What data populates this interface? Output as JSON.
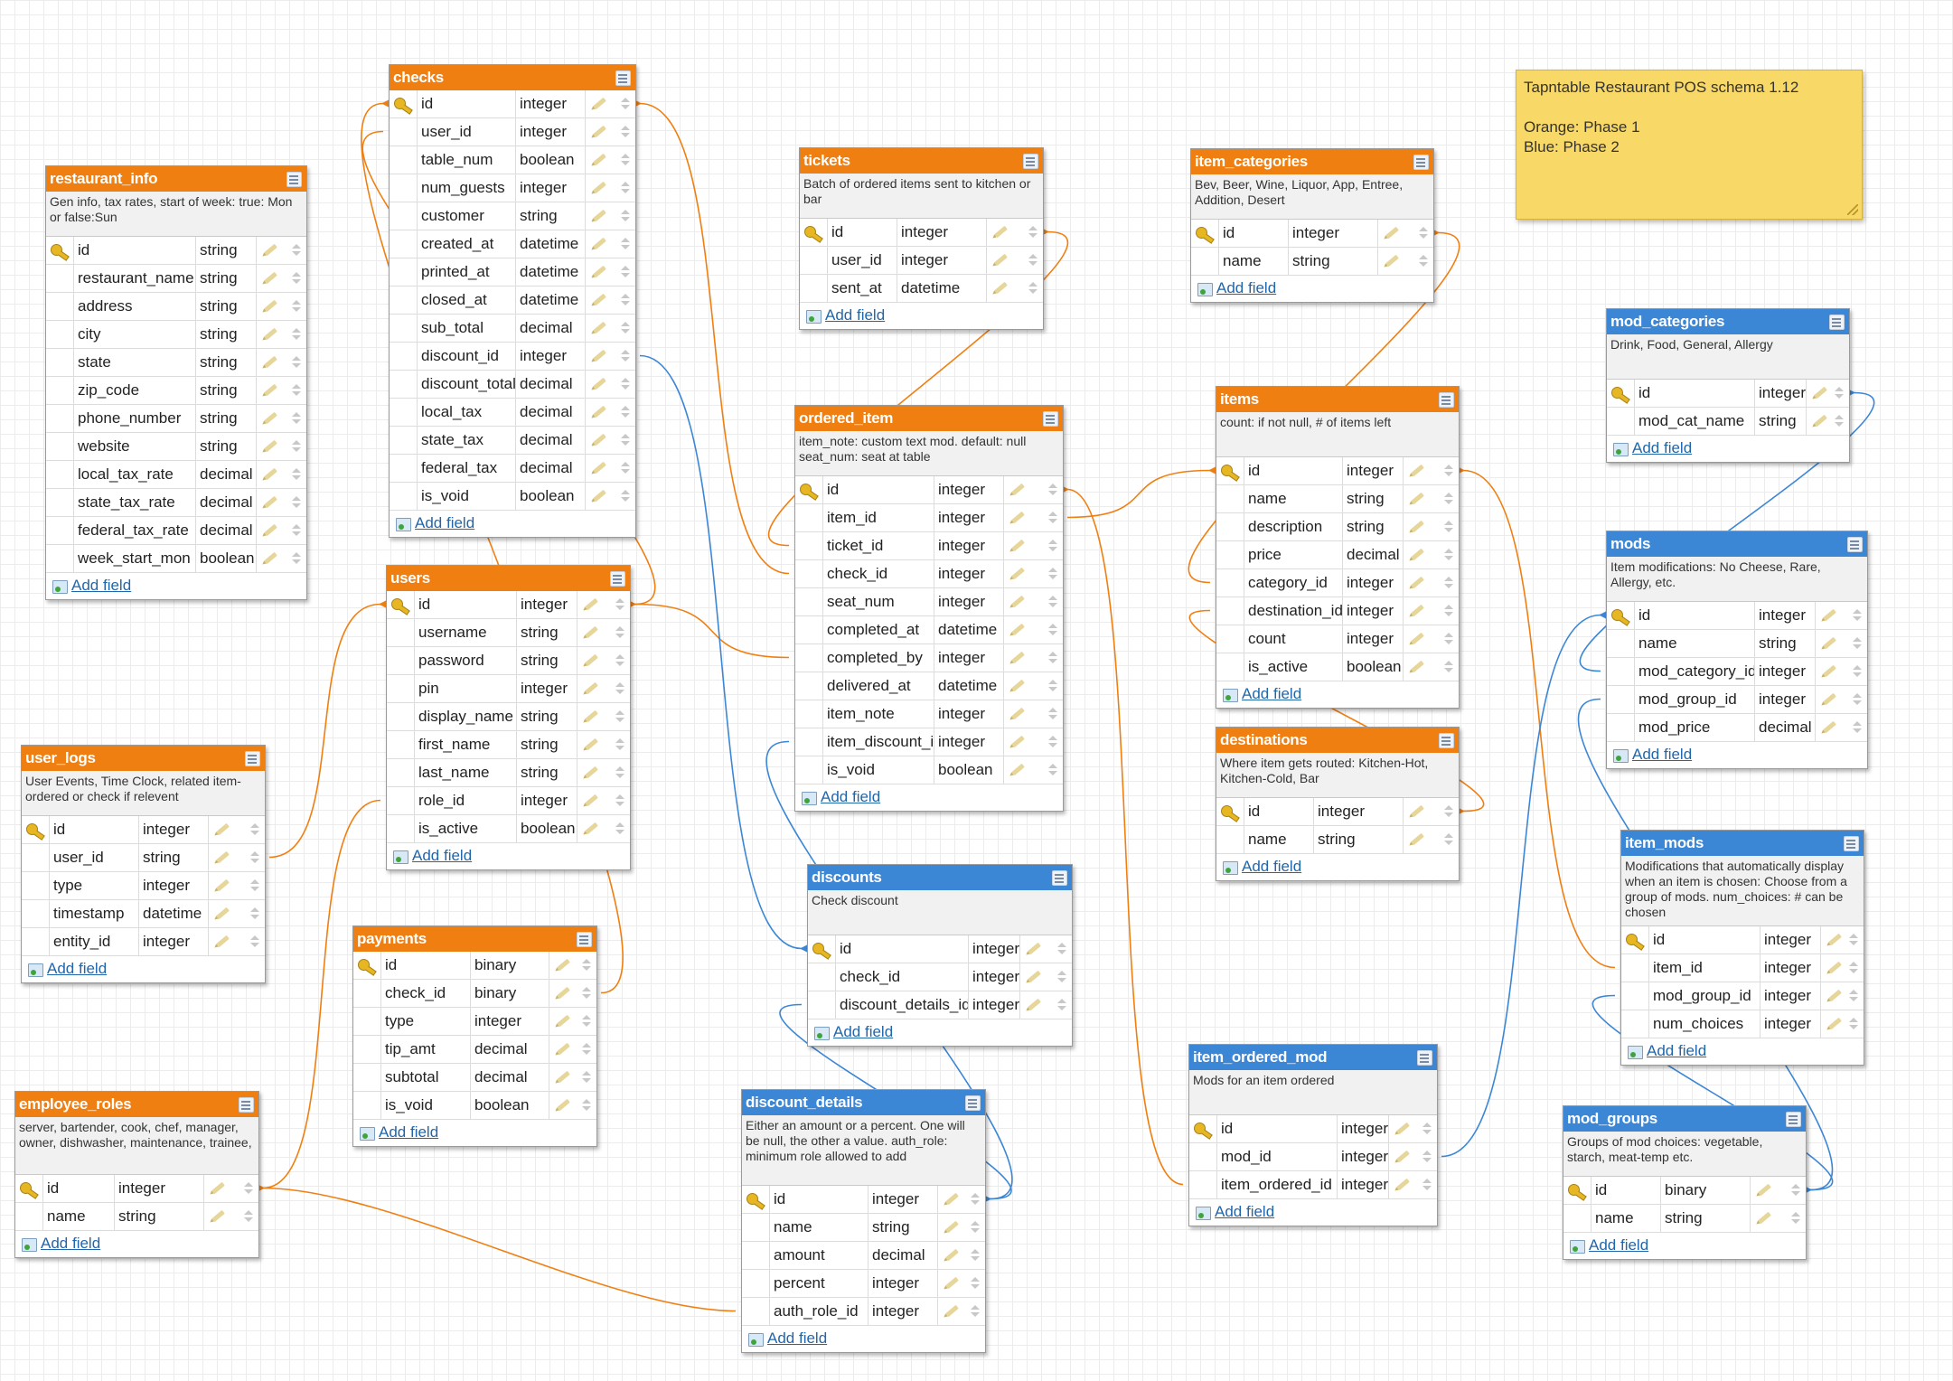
{
  "sticky_note": {
    "lines": [
      "Tapntable Restaurant POS schema 1.12",
      "",
      "Orange: Phase 1",
      "Blue: Phase 2"
    ]
  },
  "colors": {
    "phase1": "#f07f12",
    "phase2": "#3c86d6"
  },
  "add_field_label": "Add field",
  "tables": [
    {
      "id": "restaurant_info",
      "name": "restaurant_info",
      "phase": 1,
      "note": "Gen info, tax rates, start of week: true: Mon or false:Sun",
      "fields": [
        {
          "name": "id",
          "type": "string",
          "pk": true
        },
        {
          "name": "restaurant_name",
          "type": "string"
        },
        {
          "name": "address",
          "type": "string"
        },
        {
          "name": "city",
          "type": "string"
        },
        {
          "name": "state",
          "type": "string"
        },
        {
          "name": "zip_code",
          "type": "string"
        },
        {
          "name": "phone_number",
          "type": "string"
        },
        {
          "name": "website",
          "type": "string"
        },
        {
          "name": "local_tax_rate",
          "type": "decimal"
        },
        {
          "name": "state_tax_rate",
          "type": "decimal"
        },
        {
          "name": "federal_tax_rate",
          "type": "decimal"
        },
        {
          "name": "week_start_mon",
          "type": "boolean"
        }
      ]
    },
    {
      "id": "checks",
      "name": "checks",
      "phase": 1,
      "note": "",
      "fields": [
        {
          "name": "id",
          "type": "integer",
          "pk": true
        },
        {
          "name": "user_id",
          "type": "integer"
        },
        {
          "name": "table_num",
          "type": "boolean"
        },
        {
          "name": "num_guests",
          "type": "integer"
        },
        {
          "name": "customer",
          "type": "string"
        },
        {
          "name": "created_at",
          "type": "datetime"
        },
        {
          "name": "printed_at",
          "type": "datetime"
        },
        {
          "name": "closed_at",
          "type": "datetime"
        },
        {
          "name": "sub_total",
          "type": "decimal"
        },
        {
          "name": "discount_id",
          "type": "integer"
        },
        {
          "name": "discount_total",
          "type": "decimal"
        },
        {
          "name": "local_tax",
          "type": "decimal"
        },
        {
          "name": "state_tax",
          "type": "decimal"
        },
        {
          "name": "federal_tax",
          "type": "decimal"
        },
        {
          "name": "is_void",
          "type": "boolean"
        }
      ]
    },
    {
      "id": "tickets",
      "name": "tickets",
      "phase": 1,
      "note": "Batch of ordered items sent to kitchen or bar",
      "fields": [
        {
          "name": "id",
          "type": "integer",
          "pk": true
        },
        {
          "name": "user_id",
          "type": "integer"
        },
        {
          "name": "sent_at",
          "type": "datetime"
        }
      ]
    },
    {
      "id": "item_categories",
      "name": "item_categories",
      "phase": 1,
      "note": "Bev, Beer, Wine, Liquor, App, Entree, Addition, Desert",
      "fields": [
        {
          "name": "id",
          "type": "integer",
          "pk": true
        },
        {
          "name": "name",
          "type": "string"
        }
      ]
    },
    {
      "id": "mod_categories",
      "name": "mod_categories",
      "phase": 2,
      "note": "Drink, Food, General, Allergy",
      "fields": [
        {
          "name": "id",
          "type": "integer",
          "pk": true
        },
        {
          "name": "mod_cat_name",
          "type": "string"
        }
      ]
    },
    {
      "id": "ordered_item",
      "name": "ordered_item",
      "phase": 1,
      "note": "item_note: custom text mod. default: null seat_num: seat at table",
      "fields": [
        {
          "name": "id",
          "type": "integer",
          "pk": true
        },
        {
          "name": "item_id",
          "type": "integer"
        },
        {
          "name": "ticket_id",
          "type": "integer"
        },
        {
          "name": "check_id",
          "type": "integer"
        },
        {
          "name": "seat_num",
          "type": "integer"
        },
        {
          "name": "completed_at",
          "type": "datetime"
        },
        {
          "name": "completed_by",
          "type": "integer"
        },
        {
          "name": "delivered_at",
          "type": "datetime"
        },
        {
          "name": "item_note",
          "type": "integer"
        },
        {
          "name": "item_discount_id",
          "type": "integer"
        },
        {
          "name": "is_void",
          "type": "boolean"
        }
      ]
    },
    {
      "id": "items",
      "name": "items",
      "phase": 1,
      "note": "count: if not null, # of items left",
      "fields": [
        {
          "name": "id",
          "type": "integer",
          "pk": true
        },
        {
          "name": "name",
          "type": "string"
        },
        {
          "name": "description",
          "type": "string"
        },
        {
          "name": "price",
          "type": "decimal"
        },
        {
          "name": "category_id",
          "type": "integer"
        },
        {
          "name": "destination_id",
          "type": "integer"
        },
        {
          "name": "count",
          "type": "integer"
        },
        {
          "name": "is_active",
          "type": "boolean"
        }
      ]
    },
    {
      "id": "mods",
      "name": "mods",
      "phase": 2,
      "note": "Item modifications: No Cheese, Rare, Allergy, etc.",
      "fields": [
        {
          "name": "id",
          "type": "integer",
          "pk": true
        },
        {
          "name": "name",
          "type": "string"
        },
        {
          "name": "mod_category_id",
          "type": "integer"
        },
        {
          "name": "mod_group_id",
          "type": "integer"
        },
        {
          "name": "mod_price",
          "type": "decimal"
        }
      ]
    },
    {
      "id": "users",
      "name": "users",
      "phase": 1,
      "note": "",
      "fields": [
        {
          "name": "id",
          "type": "integer",
          "pk": true
        },
        {
          "name": "username",
          "type": "string"
        },
        {
          "name": "password",
          "type": "string"
        },
        {
          "name": "pin",
          "type": "integer"
        },
        {
          "name": "display_name",
          "type": "string"
        },
        {
          "name": "first_name",
          "type": "string"
        },
        {
          "name": "last_name",
          "type": "string"
        },
        {
          "name": "role_id",
          "type": "integer"
        },
        {
          "name": "is_active",
          "type": "boolean"
        }
      ]
    },
    {
      "id": "user_logs",
      "name": "user_logs",
      "phase": 1,
      "note": "User Events, Time Clock, related item-ordered or check if relevent",
      "fields": [
        {
          "name": "id",
          "type": "integer",
          "pk": true
        },
        {
          "name": "user_id",
          "type": "string"
        },
        {
          "name": "type",
          "type": "integer"
        },
        {
          "name": "timestamp",
          "type": "datetime"
        },
        {
          "name": "entity_id",
          "type": "integer"
        }
      ]
    },
    {
      "id": "destinations",
      "name": "destinations",
      "phase": 1,
      "note": "Where item gets routed: Kitchen-Hot, Kitchen-Cold, Bar",
      "fields": [
        {
          "name": "id",
          "type": "integer",
          "pk": true
        },
        {
          "name": "name",
          "type": "string"
        }
      ]
    },
    {
      "id": "item_mods",
      "name": "item_mods",
      "phase": 2,
      "note": "Modifications that automatically display when an item is chosen: Choose from a group of mods. num_choices: # can be chosen",
      "fields": [
        {
          "name": "id",
          "type": "integer",
          "pk": true
        },
        {
          "name": "item_id",
          "type": "integer"
        },
        {
          "name": "mod_group_id",
          "type": "integer"
        },
        {
          "name": "num_choices",
          "type": "integer"
        }
      ]
    },
    {
      "id": "discounts",
      "name": "discounts",
      "phase": 2,
      "note": "Check discount",
      "fields": [
        {
          "name": "id",
          "type": "integer",
          "pk": true
        },
        {
          "name": "check_id",
          "type": "integer"
        },
        {
          "name": "discount_details_id",
          "type": "integer"
        }
      ]
    },
    {
      "id": "payments",
      "name": "payments",
      "phase": 1,
      "note": "",
      "fields": [
        {
          "name": "id",
          "type": "binary",
          "pk": true
        },
        {
          "name": "check_id",
          "type": "binary"
        },
        {
          "name": "type",
          "type": "integer"
        },
        {
          "name": "tip_amt",
          "type": "decimal"
        },
        {
          "name": "subtotal",
          "type": "decimal"
        },
        {
          "name": "is_void",
          "type": "boolean"
        }
      ]
    },
    {
      "id": "item_ordered_mod",
      "name": "item_ordered_mod",
      "phase": 2,
      "note": "Mods for an item ordered",
      "fields": [
        {
          "name": "id",
          "type": "integer",
          "pk": true
        },
        {
          "name": "mod_id",
          "type": "integer"
        },
        {
          "name": "item_ordered_id",
          "type": "integer"
        }
      ]
    },
    {
      "id": "employee_roles",
      "name": "employee_roles",
      "phase": 1,
      "note": "server, bartender, cook, chef, manager, owner, dishwasher, maintenance, trainee,",
      "fields": [
        {
          "name": "id",
          "type": "integer",
          "pk": true
        },
        {
          "name": "name",
          "type": "string"
        }
      ]
    },
    {
      "id": "discount_details",
      "name": "discount_details",
      "phase": 2,
      "note": "Either an amount or a percent. One will be null, the other a value. auth_role: minimum role allowed to add",
      "fields": [
        {
          "name": "id",
          "type": "integer",
          "pk": true
        },
        {
          "name": "name",
          "type": "string"
        },
        {
          "name": "amount",
          "type": "decimal"
        },
        {
          "name": "percent",
          "type": "integer"
        },
        {
          "name": "auth_role_id",
          "type": "integer"
        }
      ]
    },
    {
      "id": "mod_groups",
      "name": "mod_groups",
      "phase": 2,
      "note": "Groups of mod choices: vegetable, starch, meat-temp etc.",
      "fields": [
        {
          "name": "id",
          "type": "binary",
          "pk": true
        },
        {
          "name": "name",
          "type": "string"
        }
      ]
    }
  ],
  "relations": [
    {
      "from": "users.id",
      "to": "checks.user_id",
      "phase": 1
    },
    {
      "from": "tickets.id",
      "to": "ordered_item.ticket_id",
      "phase": 1
    },
    {
      "from": "checks.id",
      "to": "ordered_item.check_id",
      "phase": 1
    },
    {
      "from": "items.id",
      "to": "ordered_item.item_id",
      "phase": 1
    },
    {
      "from": "item_categories.id",
      "to": "items.category_id",
      "phase": 1
    },
    {
      "from": "destinations.id",
      "to": "items.destination_id",
      "phase": 1
    },
    {
      "from": "users.id",
      "to": "ordered_item.completed_by",
      "phase": 1
    },
    {
      "from": "users.id",
      "to": "user_logs.user_id",
      "phase": 1
    },
    {
      "from": "checks.id",
      "to": "payments.check_id",
      "phase": 1
    },
    {
      "from": "employee_roles.id",
      "to": "users.role_id",
      "phase": 1
    },
    {
      "from": "employee_roles.id",
      "to": "discount_details.auth_role_id",
      "phase": 1
    },
    {
      "from": "items.id",
      "to": "item_mods.item_id",
      "phase": 1
    },
    {
      "from": "ordered_item.id",
      "to": "item_ordered_mod.item_ordered_id",
      "phase": 1
    },
    {
      "from": "discounts.id",
      "to": "checks.discount_id",
      "phase": 2
    },
    {
      "from": "discount_details.id",
      "to": "discounts.discount_details_id",
      "phase": 2
    },
    {
      "from": "discount_details.id",
      "to": "ordered_item.item_discount_id",
      "phase": 2
    },
    {
      "from": "mod_categories.id",
      "to": "mods.mod_category_id",
      "phase": 2
    },
    {
      "from": "mods.id",
      "to": "item_ordered_mod.mod_id",
      "phase": 2
    },
    {
      "from": "mod_groups.id",
      "to": "mods.mod_group_id",
      "phase": 2
    },
    {
      "from": "mod_groups.id",
      "to": "item_mods.mod_group_id",
      "phase": 2
    }
  ]
}
